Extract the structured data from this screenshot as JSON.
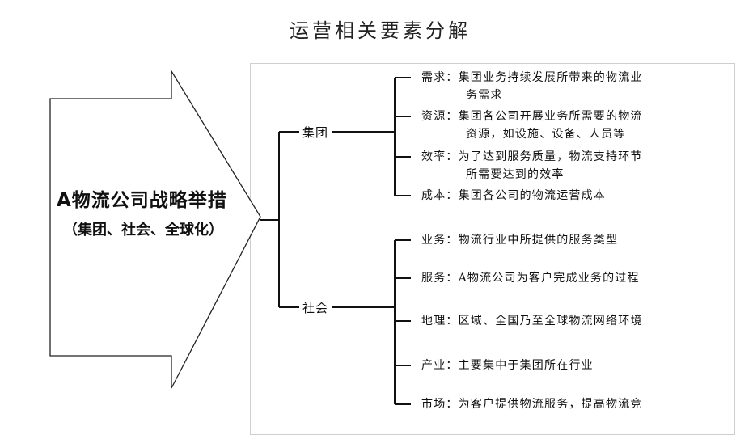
{
  "title": "运营相关要素分解",
  "arrow": {
    "title": "A物流公司战略举措",
    "subtitle": "（集团、社会、全球化）"
  },
  "branches": [
    {
      "label": "集团",
      "items": [
        {
          "key": "需求",
          "lines": [
            "需求：集团业务持续发展所带来的物流业",
            "务需求"
          ]
        },
        {
          "key": "资源",
          "lines": [
            "资源：集团各公司开展业务所需要的物流",
            "资源，如设施、设备、人员等"
          ]
        },
        {
          "key": "效率",
          "lines": [
            "效率：为了达到服务质量，物流支持环节",
            "所需要达到的效率"
          ]
        },
        {
          "key": "成本",
          "lines": [
            "成本：集团各公司的物流运营成本"
          ]
        }
      ]
    },
    {
      "label": "社会",
      "items": [
        {
          "key": "业务",
          "lines": [
            "业务：物流行业中所提供的服务类型"
          ]
        },
        {
          "key": "服务",
          "lines": [
            "服务：A物流公司为客户完成业务的过程"
          ]
        },
        {
          "key": "地理",
          "lines": [
            "地理：区域、全国乃至全球物流网络环境"
          ]
        },
        {
          "key": "产业",
          "lines": [
            "产业：主要集中于集团所在行业"
          ]
        },
        {
          "key": "市场",
          "lines": [
            "市场：为客户提供物流服务，提高物流竞"
          ]
        }
      ]
    }
  ]
}
